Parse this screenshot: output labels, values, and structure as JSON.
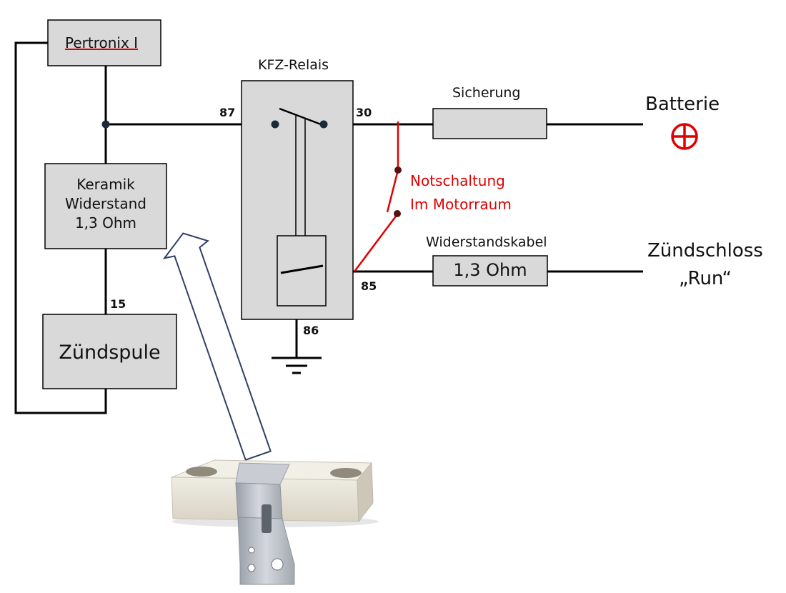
{
  "title": "",
  "components": {
    "pertronix": "Pertronix I",
    "resistor_line1": "Keramik",
    "resistor_line2": "Widerstand",
    "resistor_line3": "1,3 Ohm",
    "coil": "Zündspule",
    "relay": "KFZ-Relais",
    "fuse": "Sicherung",
    "battery": "Batterie",
    "cable_label": "Widerstandskabel",
    "cable_value": "1,3 Ohm",
    "ignition_line1": "Zündschloss",
    "ignition_line2": "„Run“",
    "emergency_line1": "Notschaltung",
    "emergency_line2": "Im Motorraum"
  },
  "pins": {
    "p87": "87",
    "p30": "30",
    "p85": "85",
    "p86": "86",
    "p15": "15"
  },
  "colors": {
    "wire": "#000000",
    "box_fill": "#d9d9d9",
    "emergency": "#e00000",
    "arrow": "#2f3f66",
    "battery_symbol": "#e00000"
  },
  "icons": {
    "battery": "plus-circle-icon",
    "ground": "ground-icon",
    "part_photo": "ceramic-resistor-photo"
  }
}
